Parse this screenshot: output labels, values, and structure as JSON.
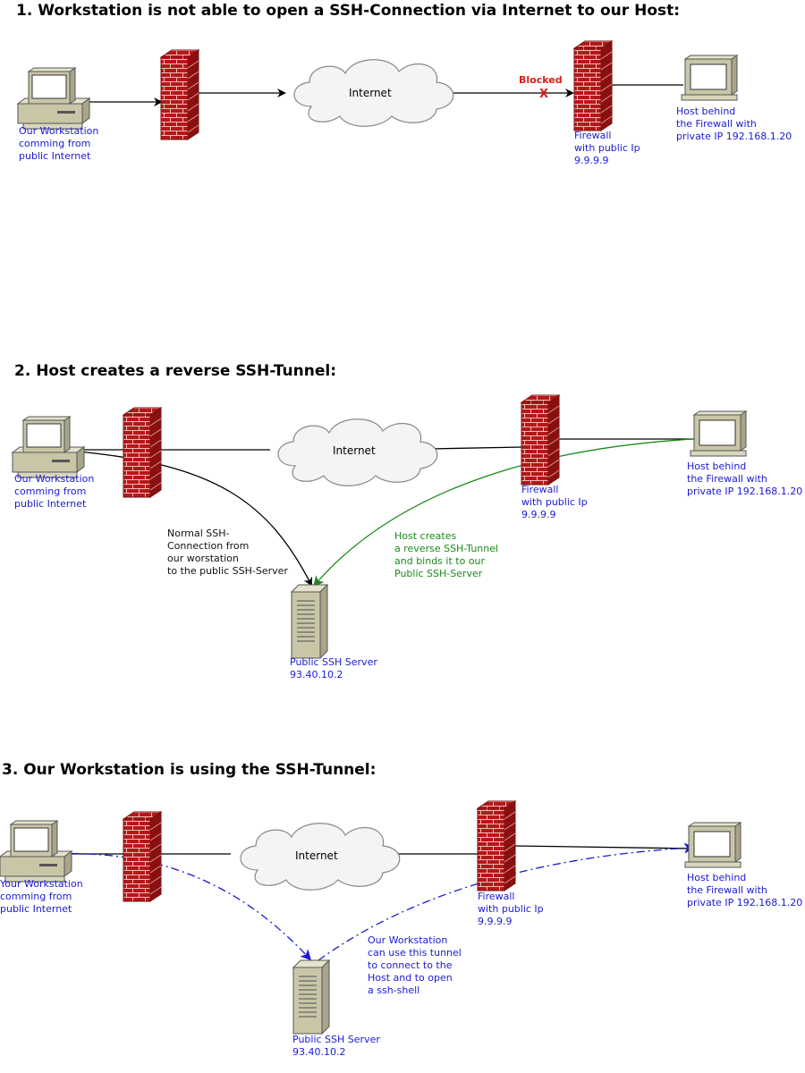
{
  "sections": [
    {
      "heading": "1. Workstation is not able to open a SSH-Connection via Internet to our Host:",
      "internet_label": "Internet",
      "blocked_label": "Blocked",
      "blocked_mark": "X",
      "workstation_label": [
        "Our Workstation",
        "comming from",
        "public Internet"
      ],
      "firewall_label": [
        "Firewall",
        "with public Ip",
        "9.9.9.9"
      ],
      "host_label": [
        "Host behind",
        "the Firewall with",
        "private IP 192.168.1.20"
      ]
    },
    {
      "heading": "2. Host creates a reverse SSH-Tunnel:",
      "internet_label": "Internet",
      "workstation_label": [
        "Our Workstation",
        "comming from",
        "public Internet"
      ],
      "firewall_label": [
        "Firewall",
        "with public Ip",
        "9.9.9.9"
      ],
      "host_label": [
        "Host behind",
        "the Firewall with",
        "private IP 192.168.1.20"
      ],
      "normal_connection_note": [
        "Normal SSH-",
        "Connection from",
        "our worstation",
        "to the public SSH-Server"
      ],
      "tunnel_note": [
        "Host creates",
        "a reverse SSH-Tunnel",
        "and binds it to our",
        "Public SSH-Server"
      ],
      "server_label": [
        "Public SSH Server",
        "93.40.10.2"
      ]
    },
    {
      "heading": "3. Our Workstation is using the SSH-Tunnel:",
      "internet_label": "Internet",
      "workstation_label": [
        "Your Workstation",
        "comming from",
        "public Internet"
      ],
      "firewall_label": [
        "Firewall",
        "with public Ip",
        "9.9.9.9"
      ],
      "host_label": [
        "Host behind",
        "the Firewall with",
        "private IP 192.168.1.20"
      ],
      "usage_note": [
        "Our Workstation",
        "can use this tunnel",
        "to connect to the",
        "Host and to open",
        "a ssh-shell"
      ],
      "server_label": [
        "Public SSH Server",
        "93.40.10.2"
      ]
    }
  ],
  "colors": {
    "label_blue": "#1a1ad6",
    "tunnel_green": "#1b8a1b",
    "blocked_red": "#e01b1b",
    "brick_red": "#b41818",
    "line_black": "#000000",
    "tunnel_dashed_blue": "#1a1ad6"
  },
  "icons": [
    "workstation-icon",
    "firewall-brick-icon",
    "internet-cloud-icon",
    "host-computer-icon",
    "server-tower-icon"
  ]
}
